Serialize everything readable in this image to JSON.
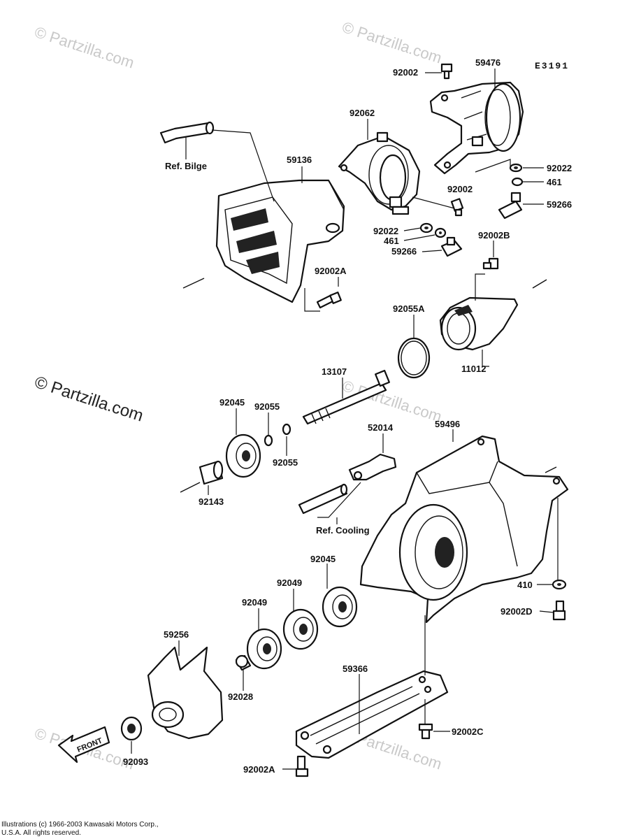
{
  "diagram_code": "E3191",
  "watermarks": [
    "© Partzilla.com",
    "© Partzilla.com",
    "© Partzilla.com",
    "© Partzilla.com",
    "© Partzilla.com",
    "© Partzilla.com"
  ],
  "front_label": "FRONT",
  "copyright": [
    "Illustrations (c) 1966-2003 Kawasaki Motors Corp.,",
    "U.S.A.  All rights reserved."
  ],
  "labels": {
    "p92002_top": "92002",
    "p59476": "59476",
    "p92062": "92062",
    "ref_bilge": "Ref. Bilge",
    "p59136": "59136",
    "p92022_right": "92022",
    "p461_right": "461",
    "p92002_mid": "92002",
    "p59266_right": "59266",
    "p92022_left": "92022",
    "p461_left": "461",
    "p59266_left": "59266",
    "p92002B": "92002B",
    "p92002A_top": "92002A",
    "p92055A": "92055A",
    "p11012": "11012",
    "p13107": "13107",
    "p92045_top": "92045",
    "p92055_a": "92055",
    "p92055_b": "92055",
    "p59496": "59496",
    "p52014": "52014",
    "p92143": "92143",
    "ref_cooling": "Ref. Cooling",
    "p92045_mid": "92045",
    "p92049_a": "92049",
    "p92049_b": "92049",
    "p410": "410",
    "p92002D": "92002D",
    "p59256": "59256",
    "p59366": "59366",
    "p92028": "92028",
    "p92002C": "92002C",
    "p92093": "92093",
    "p92002A_bottom": "92002A"
  }
}
